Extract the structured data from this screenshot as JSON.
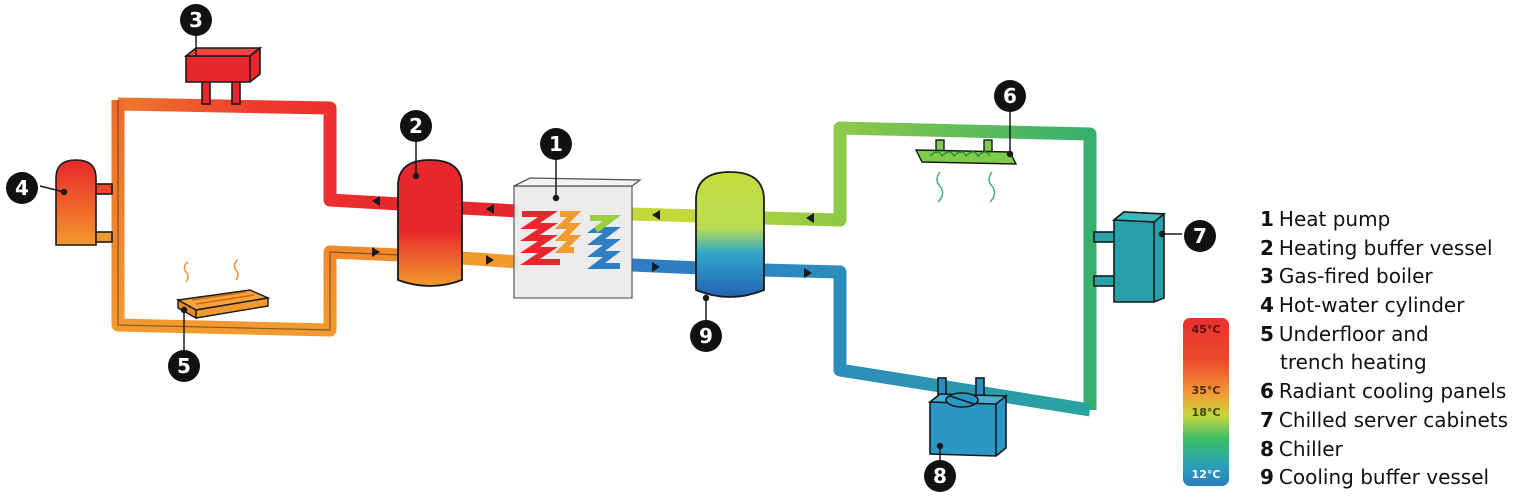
{
  "markers": [
    "1",
    "2",
    "3",
    "4",
    "5",
    "6",
    "7",
    "8",
    "9"
  ],
  "legend": [
    {
      "num": "1",
      "text": "Heat pump"
    },
    {
      "num": "2",
      "text": "Heating buffer vessel"
    },
    {
      "num": "3",
      "text": "Gas-fired boiler"
    },
    {
      "num": "4",
      "text": "Hot-water cylinder"
    },
    {
      "num": "5",
      "text": "Underfloor and"
    },
    {
      "num": "",
      "text": "trench heating"
    },
    {
      "num": "6",
      "text": "Radiant cooling panels"
    },
    {
      "num": "7",
      "text": "Chilled server cabinets"
    },
    {
      "num": "8",
      "text": "Chiller"
    },
    {
      "num": "9",
      "text": "Cooling buffer vessel"
    }
  ],
  "temperature_scale": {
    "labels": [
      "45°C",
      "35°C",
      "18°C",
      "12°C"
    ]
  },
  "colors": {
    "hot": "#e8262d",
    "warm": "#f39a2e",
    "lime": "#c3d83a",
    "green": "#3cb06a",
    "teal": "#2aa3a8",
    "cold": "#2d7ec3"
  }
}
